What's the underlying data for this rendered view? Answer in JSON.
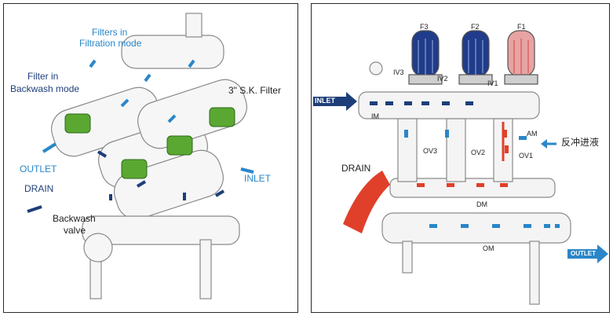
{
  "left_diagram": {
    "filters_filtration_line1": "Filters in",
    "filters_filtration_line2": "Filtration mode",
    "filters_backwash_line1": "Filter in",
    "filters_backwash_line2": "Backwash mode",
    "sk_filter": "3\" S.K. Filter",
    "outlet": "OUTLET",
    "inlet": "INLET",
    "drain": "DRAIN",
    "backwash_valve_line1": "Backwash",
    "backwash_valve_line2": "valve"
  },
  "right_diagram": {
    "f3": "F3",
    "f2": "F2",
    "f1": "F1",
    "iv3": "IV3",
    "iv2": "IV2",
    "iv1": "IV1",
    "inlet": "INLET",
    "im": "IM",
    "ov3": "OV3",
    "ov2": "OV2",
    "ov1": "OV1",
    "am": "AM",
    "backwash_inlet_cn": "反冲进液",
    "drain": "DRAIN",
    "dm": "DM",
    "om": "OM",
    "outlet": "OUTLET"
  },
  "colors": {
    "flow_blue": "#2a86c8",
    "flow_navy": "#1d3e78",
    "backwash_red": "#e0402a",
    "filter_green": "#5aa832",
    "pipe_outline": "#8a8a8a"
  }
}
